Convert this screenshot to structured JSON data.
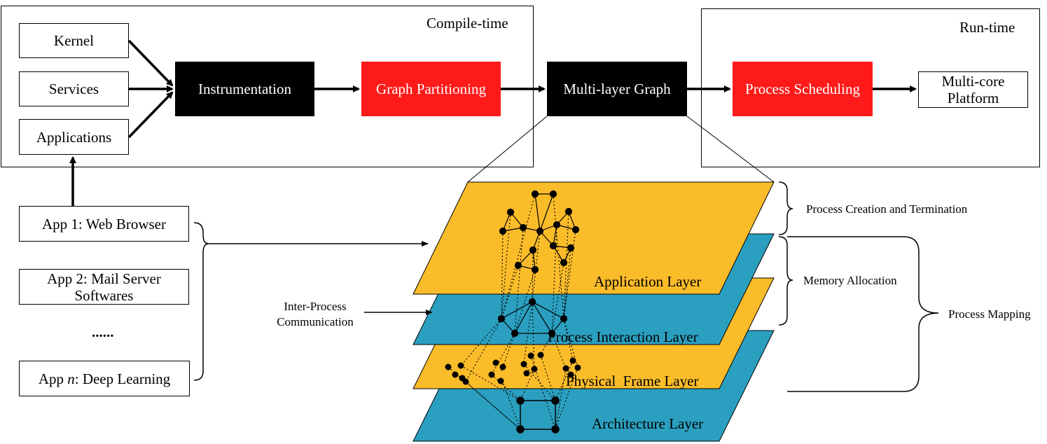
{
  "compile_time": {
    "label": "Compile-time"
  },
  "run_time": {
    "label": "Run-time"
  },
  "sources": {
    "kernel": "Kernel",
    "services": "Services",
    "applications": "Applications"
  },
  "pipeline": {
    "instrumentation": "Instrumentation",
    "graph_partitioning": "Graph Partitioning",
    "multilayer_graph": "Multi-layer Graph",
    "process_scheduling": "Process Scheduling",
    "platform": "Multi-core Platform"
  },
  "apps": {
    "app1": "App 1: Web Browser",
    "app2": "App 2: Mail Server Softwares",
    "dots": "......",
    "appn_prefix": "App ",
    "appn_var": "n",
    "appn_suffix": ": Deep Learning"
  },
  "ipc": {
    "label": "Inter-Process Communication"
  },
  "layers": {
    "application": "Application Layer",
    "process_interaction": "Process Interaction Layer",
    "physical_frame": "Physical  Frame Layer",
    "architecture": "Architecture Layer"
  },
  "annotations": {
    "creation": "Process Creation and Termination",
    "memory": "Memory Allocation",
    "mapping": "Process Mapping"
  },
  "colors": {
    "accent_red": "#ff1a1a",
    "layer_orange": "#fbbc2a",
    "layer_teal": "#2b9fbf",
    "box_black": "#000000"
  }
}
